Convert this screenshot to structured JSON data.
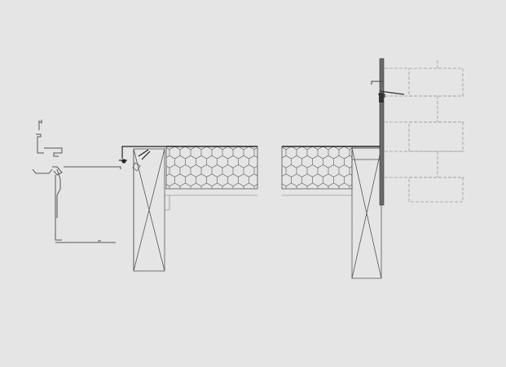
{
  "drawing": {
    "type": "construction-section-detail",
    "background": "#e5e5e5",
    "line_color": "#4a4a4a",
    "brick_line_color": "#9a9a9a",
    "insulation_pattern": "hexagon",
    "timber_pattern": "cross-hatch",
    "components": [
      {
        "name": "gutter-profile",
        "side": "left"
      },
      {
        "name": "fascia-timber",
        "side": "left"
      },
      {
        "name": "roof-insulation-left",
        "side": "left"
      },
      {
        "name": "roof-insulation-right",
        "side": "right"
      },
      {
        "name": "wall-plate-timber",
        "side": "right"
      },
      {
        "name": "membrane-upstand",
        "side": "right"
      },
      {
        "name": "brick-wall",
        "side": "right"
      }
    ]
  }
}
